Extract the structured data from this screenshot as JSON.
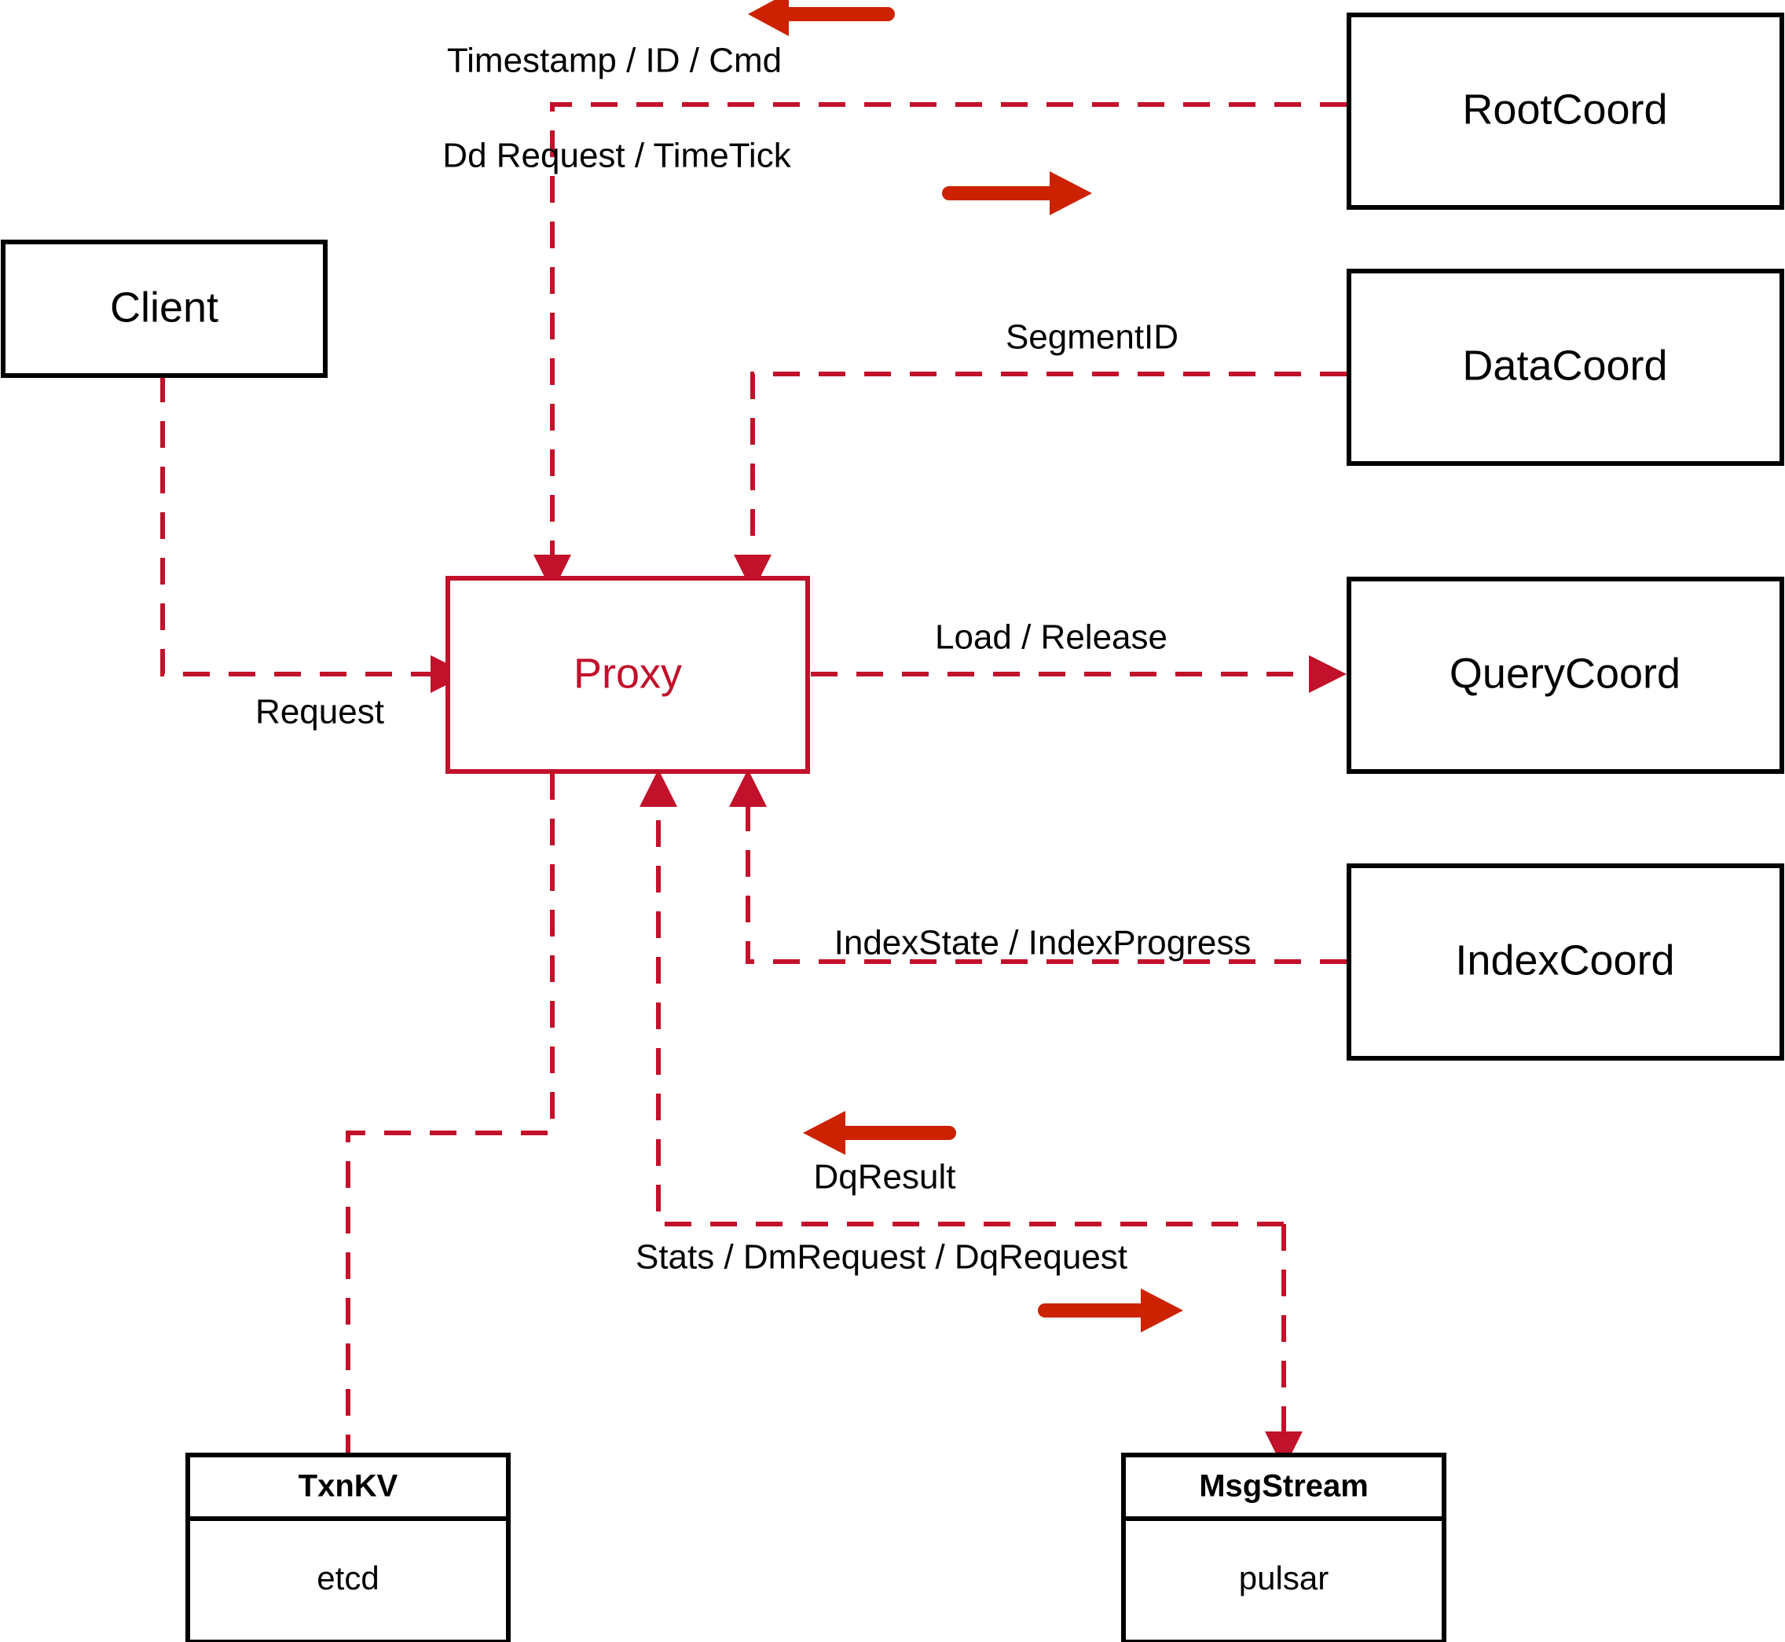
{
  "diagram": {
    "title": "Milvus Proxy architecture",
    "colors": {
      "accent": "#c2112b",
      "arrow_annotation": "#cc2200",
      "box_stroke": "#000000",
      "background": "#ffffff"
    },
    "nodes": {
      "client": {
        "label": "Client"
      },
      "proxy": {
        "label": "Proxy"
      },
      "root_coord": {
        "label": "RootCoord"
      },
      "data_coord": {
        "label": "DataCoord"
      },
      "query_coord": {
        "label": "QueryCoord"
      },
      "index_coord": {
        "label": "IndexCoord"
      },
      "txnkv": {
        "title": "TxnKV",
        "impl": "etcd"
      },
      "msgstream": {
        "title": "MsgStream",
        "impl": "pulsar"
      }
    },
    "edges": [
      {
        "id": "client-to-proxy",
        "label": "Request",
        "from": "client",
        "to": "proxy"
      },
      {
        "id": "rootcoord-updown",
        "label": "Timestamp / ID / Cmd",
        "from": "root_coord",
        "to": "proxy"
      },
      {
        "id": "proxy-to-rootcoord",
        "label": "Dd Request / TimeTick",
        "from": "proxy",
        "to": "root_coord"
      },
      {
        "id": "datacoord-to-proxy",
        "label": "SegmentID",
        "from": "data_coord",
        "to": "proxy"
      },
      {
        "id": "proxy-to-querycoord",
        "label": "Load / Release",
        "from": "proxy",
        "to": "query_coord"
      },
      {
        "id": "indexcoord-to-proxy",
        "label": "IndexState / IndexProgress",
        "from": "index_coord",
        "to": "proxy"
      },
      {
        "id": "msgstream-to-proxy",
        "label": "DqResult",
        "from": "msgstream",
        "to": "proxy"
      },
      {
        "id": "proxy-to-msgstream",
        "label": "Stats / DmRequest / DqRequest",
        "from": "proxy",
        "to": "msgstream"
      }
    ],
    "direction_markers": [
      {
        "id": "timestamp-dir",
        "direction": "left",
        "for_label": "Timestamp / ID / Cmd"
      },
      {
        "id": "ddrequest-dir",
        "direction": "right",
        "for_label": "Dd Request / TimeTick"
      },
      {
        "id": "dqresult-dir",
        "direction": "left",
        "for_label": "DqResult"
      },
      {
        "id": "dqrequest-dir",
        "direction": "right",
        "for_label": "Stats / DmRequest / DqRequest"
      }
    ]
  }
}
